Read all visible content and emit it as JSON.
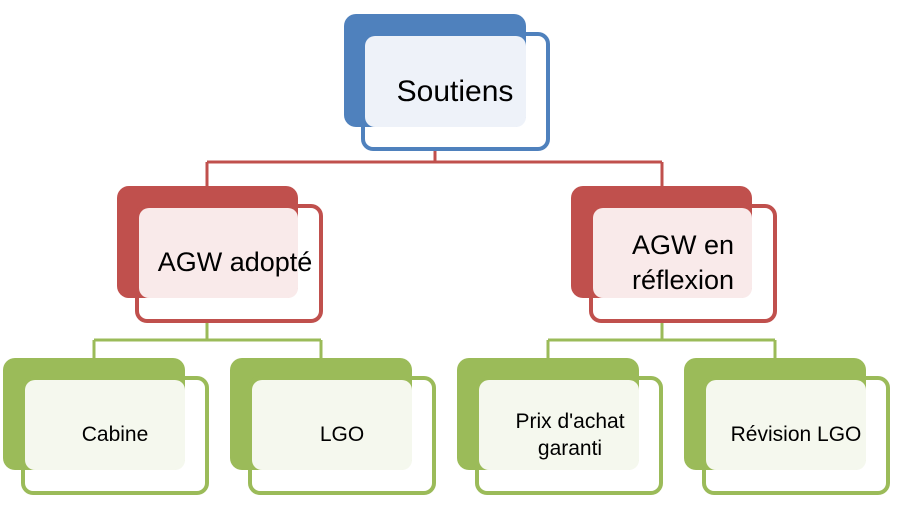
{
  "diagram": {
    "root": {
      "label": "Soutiens"
    },
    "level1": [
      {
        "label": "AGW adopté"
      },
      {
        "label": "AGW en réflexion"
      }
    ],
    "level2": [
      {
        "label": "Cabine"
      },
      {
        "label": "LGO"
      },
      {
        "label": "Prix d'achat garanti"
      },
      {
        "label": "Révision LGO"
      }
    ]
  },
  "colors": {
    "root": "#4F81BD",
    "level1": "#C0504D",
    "level2": "#9BBB59"
  }
}
